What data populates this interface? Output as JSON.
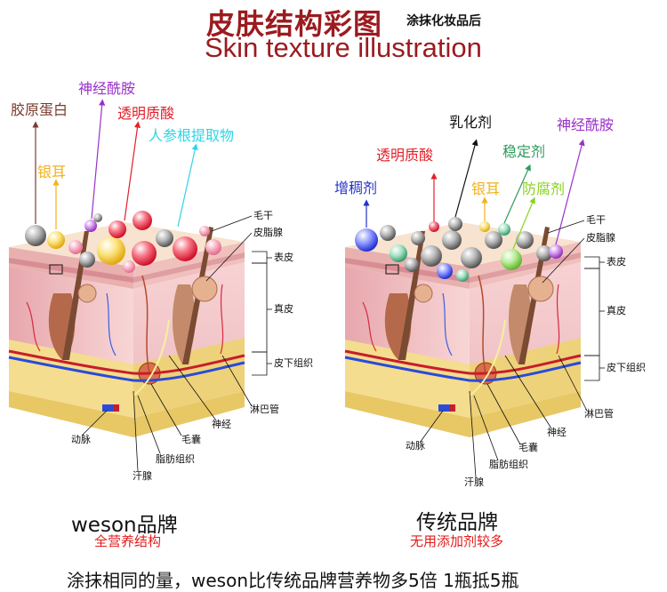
{
  "title": {
    "cn": "皮肤结构彩图",
    "sub": "涂抹化妆品后",
    "en": "Skin texture illustration"
  },
  "left_panel": {
    "ingredients": {
      "collagen": "胶原蛋白",
      "ceramide": "神经酰胺",
      "hyaluronic": "透明质酸",
      "ginseng": "人参根提取物",
      "tremella": "银耳"
    },
    "anatomy": {
      "hair_shaft": "毛干",
      "sebaceous": "皮脂腺",
      "epidermis": "表皮",
      "dermis": "真皮",
      "subcutaneous": "皮下组织",
      "lymph": "淋巴管",
      "nerve": "神经",
      "follicle": "毛囊",
      "fat": "脂肪组织",
      "sweat": "汗腺",
      "artery": "动脉"
    },
    "brand": "weson品牌",
    "brand_sub": "全营养结构"
  },
  "right_panel": {
    "ingredients": {
      "emulsifier": "乳化剂",
      "ceramide": "神经酰胺",
      "hyaluronic": "透明质酸",
      "stabilizer": "稳定剂",
      "thickener": "增稠剂",
      "tremella": "银耳",
      "preservative": "防腐剂"
    },
    "anatomy": {
      "hair_shaft": "毛干",
      "sebaceous": "皮脂腺",
      "epidermis": "表皮",
      "dermis": "真皮",
      "subcutaneous": "皮下组织",
      "lymph": "淋巴管",
      "nerve": "神经",
      "follicle": "毛囊",
      "fat": "脂肪组织",
      "sweat": "汗腺",
      "artery": "动脉"
    },
    "brand": "传统品牌",
    "brand_sub": "无用添加剂较多"
  },
  "footer": "涂抹相同的量，weson比传统品牌营养物多5倍 1瓶抵5瓶",
  "colors": {
    "title_red": "#9b1b1f",
    "collagen": "#7a3b2e",
    "ceramide": "#9b30c8",
    "hyaluronic": "#e3202a",
    "ginseng": "#2fd4e6",
    "tremella": "#f2b21c",
    "emulsifier": "#111111",
    "stabilizer": "#2e9a5b",
    "thickener": "#2433c8",
    "preservative": "#8ad21e",
    "skin_pink": "#f3c6c6",
    "fat_yellow": "#f4dd8f"
  }
}
